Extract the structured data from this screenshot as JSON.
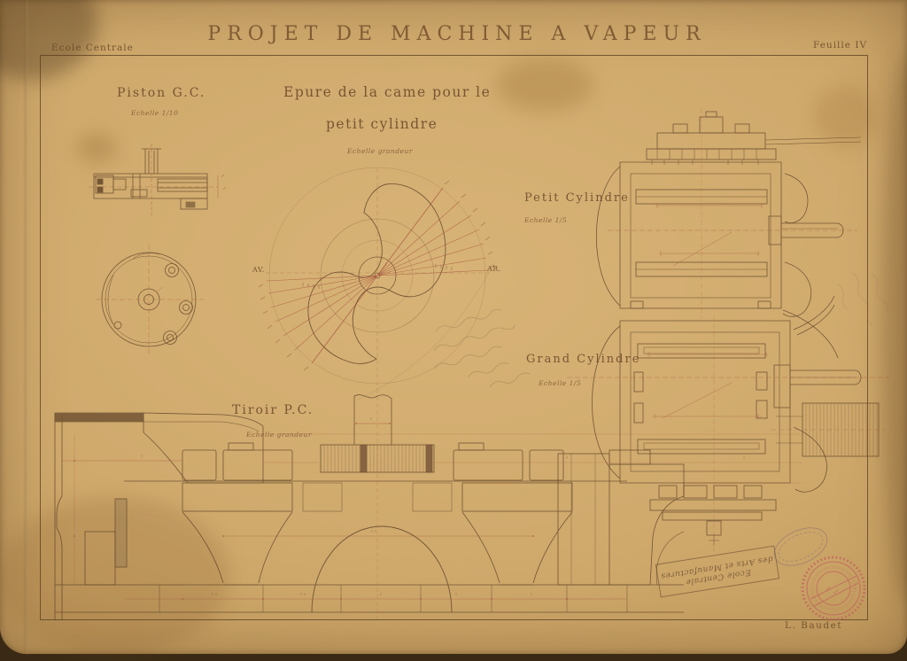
{
  "sheet": {
    "title": "PROJET DE MACHINE A VAPEUR",
    "institution": "Ecole Centrale",
    "sheet_number": "Feuille IV",
    "signature": "L. Baudet"
  },
  "views": {
    "piston": {
      "title": "Piston G.C.",
      "scale": "Echelle 1/10"
    },
    "cam": {
      "title_line1": "Epure de la came pour le",
      "title_line2": "petit cylindre",
      "scale": "Echelle grandeur",
      "label_left": "AV.",
      "label_right": "AR."
    },
    "petit_cylindre": {
      "title": "Petit Cylindre",
      "scale": "Echelle 1/5"
    },
    "grand_cylindre": {
      "title": "Grand Cylindre",
      "scale": "Echelle 1/5"
    },
    "tiroir": {
      "title": "Tiroir P.C.",
      "scale": "Echelle grandeur"
    }
  },
  "stamps": {
    "school_line1": "Ecole Centrale",
    "school_line2": "des Arts et Manufactures"
  },
  "colors": {
    "paper": "#cfa96c",
    "ink": "#5e4226",
    "dimension_red": "#a34f3a",
    "stamp_red": "#c2655e"
  }
}
